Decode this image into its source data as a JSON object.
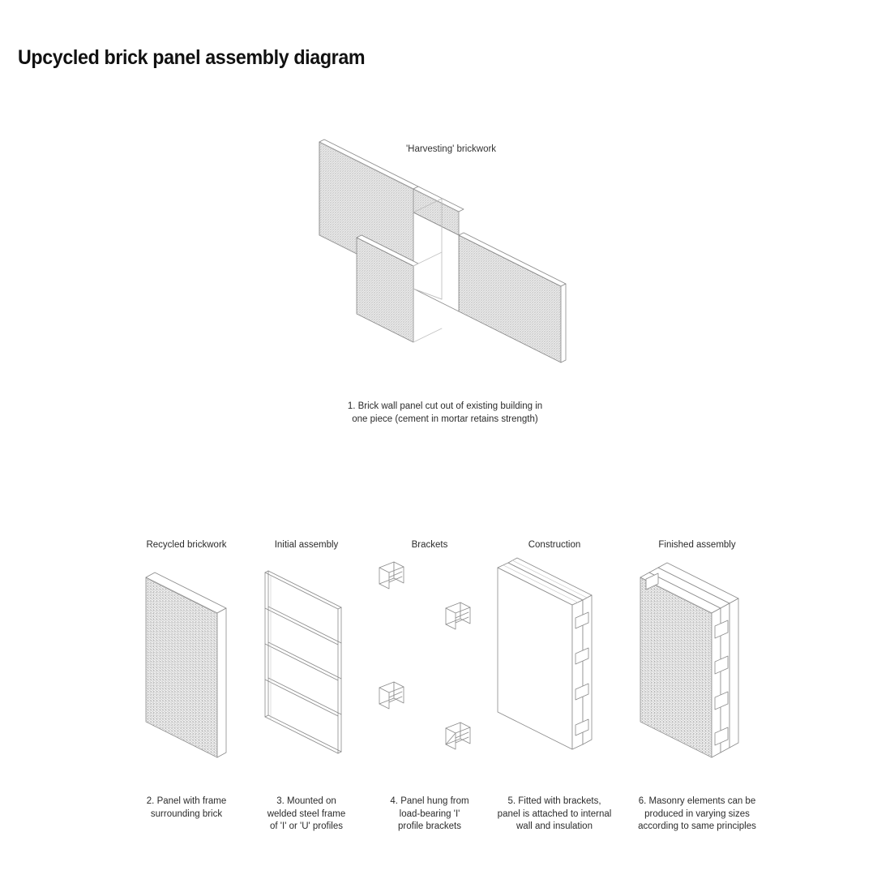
{
  "document": {
    "title": "Upcycled brick panel assembly diagram",
    "background_color": "#ffffff",
    "line_color": "#8a8a8a",
    "brick_color": "#9b9b9b",
    "text_color": "#2b2b2b"
  },
  "top_figure": {
    "label": "'Harvesting' brickwork",
    "caption": "1. Brick wall panel cut out of existing building in\none piece (cement in mortar retains strength)",
    "description": "Isometric existing brick wall with rectangular panel cut out and extracted forward"
  },
  "steps": [
    {
      "number": "2",
      "header": "Recycled brickwork",
      "caption": "2. Panel with frame\nsurrounding brick",
      "graphic": "brick-panel"
    },
    {
      "number": "3",
      "header": "Initial assembly",
      "caption": "3. Mounted on\nwelded steel frame\nof 'I' or 'U' profiles",
      "graphic": "steel-frame"
    },
    {
      "number": "4",
      "header": "Brackets",
      "caption": "4. Panel hung from\nload-bearing 'I'\nprofile brackets",
      "graphic": "brackets"
    },
    {
      "number": "5",
      "header": "Construction",
      "caption": "5. Fitted with brackets,\npanel is attached to internal\nwall and insulation",
      "graphic": "construction-panel"
    },
    {
      "number": "6",
      "header": "Finished assembly",
      "caption": "6. Masonry elements can be\nproduced in varying sizes\naccording to same principles",
      "graphic": "finished-assembly"
    }
  ],
  "bracket_count": 4
}
